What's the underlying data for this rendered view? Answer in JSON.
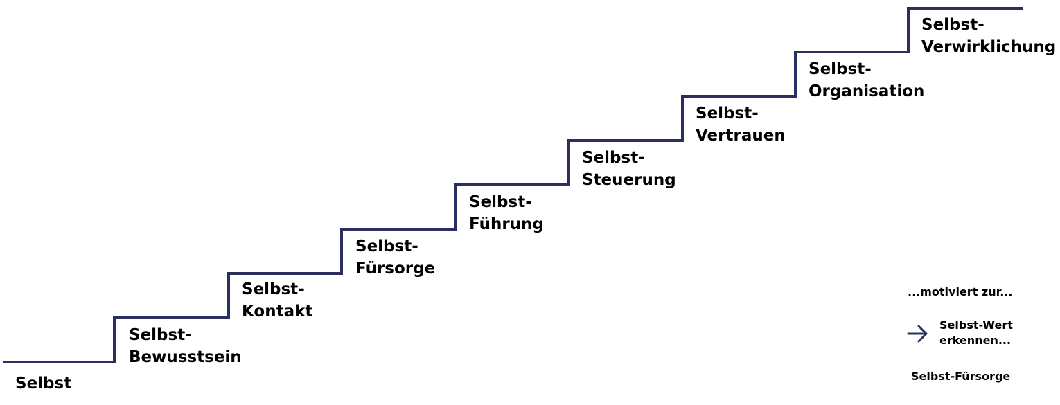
{
  "colors": {
    "stair_line": "#2b2f5e",
    "text": "#000000",
    "arrow": "#2b2f5e"
  },
  "steps": [
    {
      "line1": "Selbst",
      "line2": ""
    },
    {
      "line1": "Selbst-",
      "line2": "Bewusstsein"
    },
    {
      "line1": "Selbst-",
      "line2": "Kontakt"
    },
    {
      "line1": "Selbst-",
      "line2": "Fürsorge"
    },
    {
      "line1": "Selbst-",
      "line2": "Führung"
    },
    {
      "line1": "Selbst-",
      "line2": "Steuerung"
    },
    {
      "line1": "Selbst-",
      "line2": "Vertrauen"
    },
    {
      "line1": "Selbst-",
      "line2": "Organisation"
    },
    {
      "line1": "Selbst-",
      "line2": "Verwirklichung"
    }
  ],
  "legend": {
    "motivates": "...motiviert zur...",
    "arrow_icon": "right-arrow-icon",
    "value_line1": "Selbst-Wert",
    "value_line2": "erkennen...",
    "caption": "Selbst-Fürsorge"
  }
}
